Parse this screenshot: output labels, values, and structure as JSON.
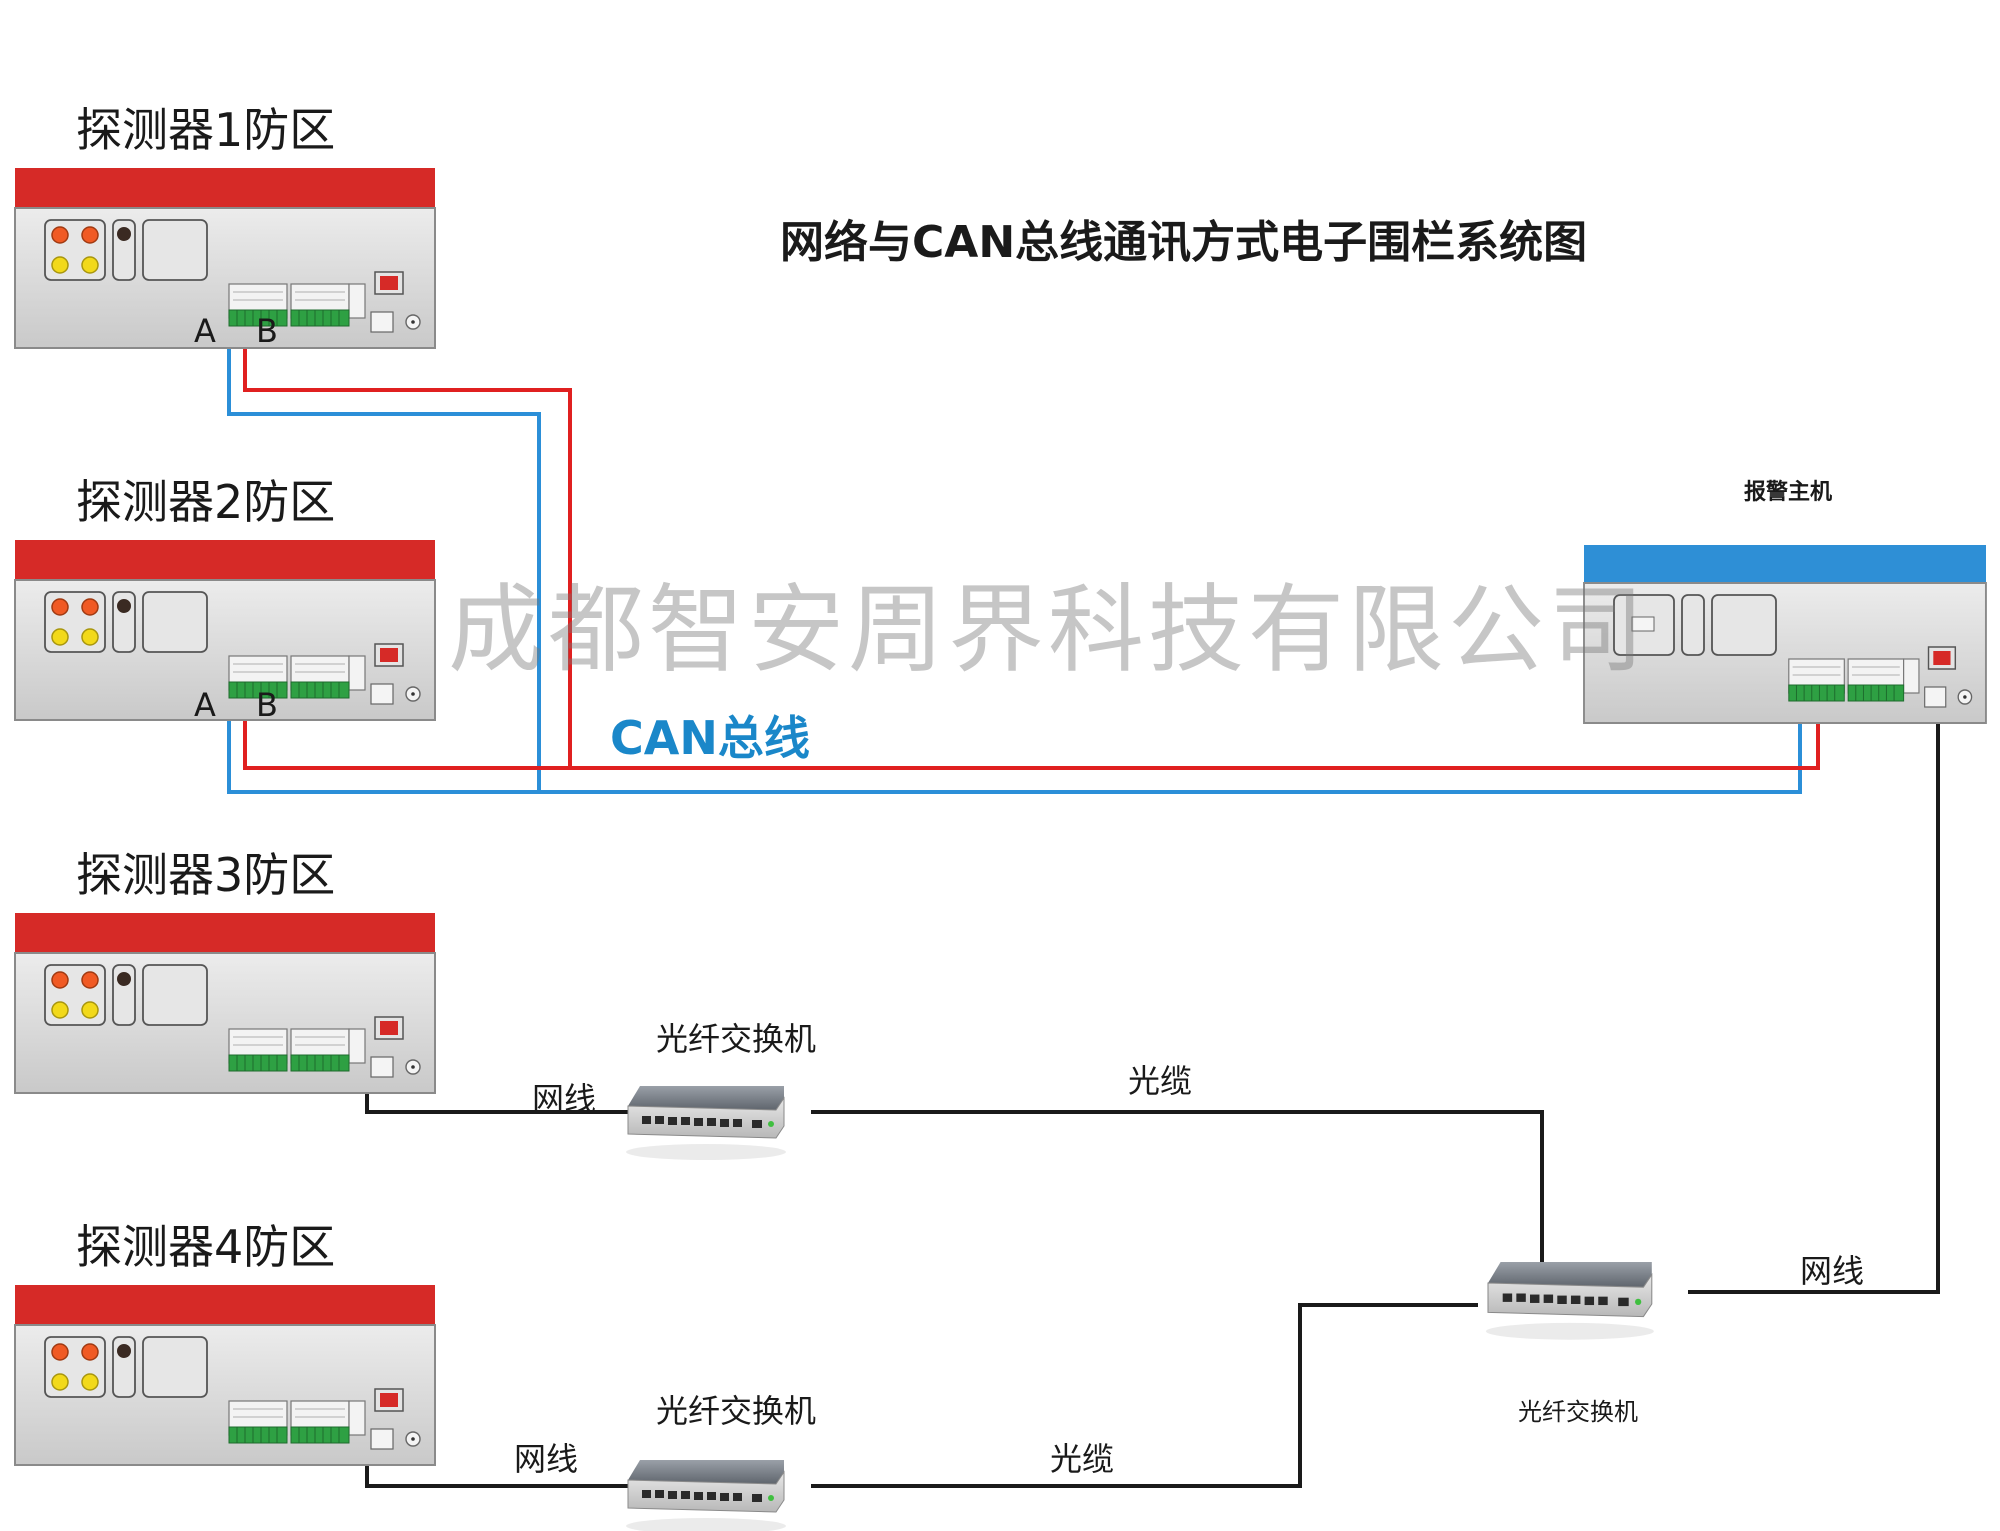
{
  "title": "网络与CAN总线通讯方式电子围栏系统图",
  "watermark": "成都智安周界科技有限公司",
  "detectors": [
    {
      "label": "探测器1防区",
      "bus_labels": [
        "A",
        "B"
      ]
    },
    {
      "label": "探测器2防区",
      "bus_labels": [
        "A",
        "B"
      ]
    },
    {
      "label": "探测器3防区"
    },
    {
      "label": "探测器4防区"
    }
  ],
  "host": {
    "label": "报警主机"
  },
  "can_bus_label": "CAN总线",
  "links": {
    "net_cable_label": "网线",
    "fiber_cable_label": "光缆",
    "switch_label": "光纤交换机"
  },
  "colors": {
    "detector_top": "#d62a27",
    "host_top": "#2e8fd6",
    "wire_a": "#2b8fd8",
    "wire_b": "#e02020",
    "cable": "#1a1a1a",
    "can_text": "#1a87c9",
    "device_body": "#dcdcdc",
    "terminal": "#2ea043"
  },
  "icons": {
    "detector": "detector-device-icon",
    "host": "alarm-host-device-icon",
    "switch": "fiber-switch-icon"
  }
}
